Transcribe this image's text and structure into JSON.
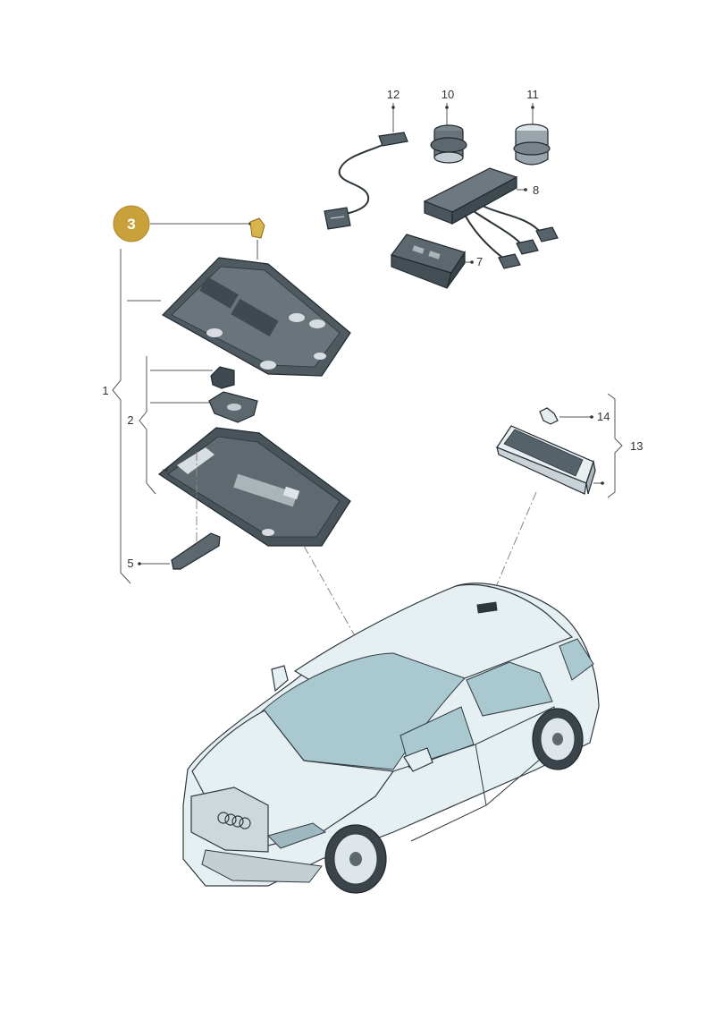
{
  "diagram": {
    "highlight_color": "#c9a13a",
    "part_color": "#4a555b",
    "car_body_color": "#e6eff2",
    "car_glass_color": "#a9c8d0",
    "callouts": [
      {
        "key": "c1",
        "text": "1"
      },
      {
        "key": "c2",
        "text": "2"
      },
      {
        "key": "c3",
        "text": "3",
        "highlighted": true
      },
      {
        "key": "c5",
        "text": "5"
      },
      {
        "key": "c7",
        "text": "7"
      },
      {
        "key": "c8",
        "text": "8"
      },
      {
        "key": "c10",
        "text": "10"
      },
      {
        "key": "c11",
        "text": "11"
      },
      {
        "key": "c12",
        "text": "12"
      },
      {
        "key": "c13",
        "text": "13"
      },
      {
        "key": "c14",
        "text": "14"
      }
    ]
  }
}
